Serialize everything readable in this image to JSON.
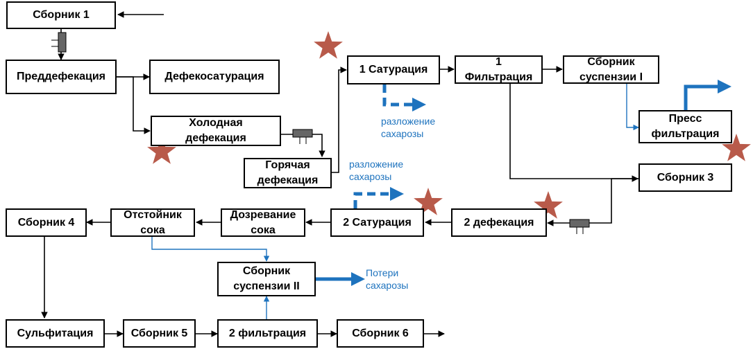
{
  "boxes": {
    "sbornik1": "Сборник 1",
    "preddefekaciya": "Преддефекация",
    "defekosaturaciya": "Дефекосатурация",
    "holodnaya": "Холодная\nдефекация",
    "goryachaya": "Горячая\nдефекация",
    "saturaciya1": "1 Сатурация",
    "filtraciya1": "1\nФильтрация",
    "sbornik_susp1": "Сборник\nсуспензии I",
    "press": "Пресс\nфильтрация",
    "sbornik3": "Сборник 3",
    "defekaciya2": "2 дефекация",
    "saturaciya2": "2 Сатурация",
    "dozrevanie": "Дозревание\nсока",
    "otstoinik": "Отстойник\nсока",
    "sbornik4": "Сборник 4",
    "sbornik_susp2": "Сборник\nсуспензии II",
    "sulfitaciya": "Сульфитация",
    "sbornik5": "Сборник 5",
    "filtraciya2": "2 фильтрация",
    "sbornik6": "Сборник 6"
  },
  "notes": {
    "razlozhenie1": "разложение\nсахарозы",
    "razlozhenie2": "разложение\nсахарозы",
    "poteri": "Потери\nсахарозы"
  },
  "colors": {
    "line": "#000000",
    "blue": "#1e73be",
    "star": "#b85a4a",
    "pump": "#666666"
  },
  "icons": [
    "star-marker-icon",
    "pump-icon"
  ]
}
